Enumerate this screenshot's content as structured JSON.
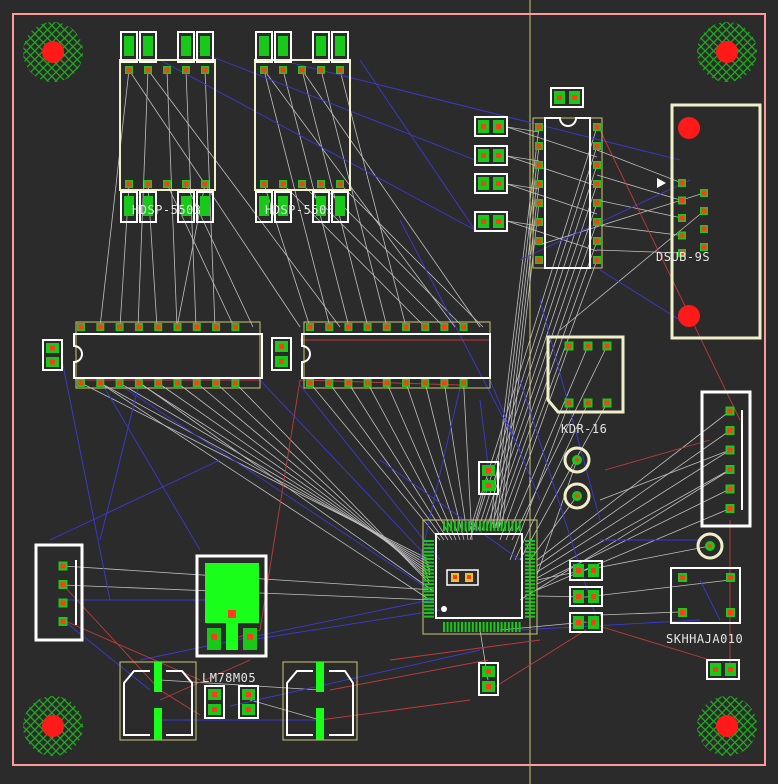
{
  "colors": {
    "background": "#2b2b2b",
    "outline": "#ff9a9a",
    "silkscreen": "#ffffff",
    "pad": "#19c919",
    "pad_hole": "#ff3b1f",
    "ratsnest_white": "#d9d9d9",
    "ratsnest_blue": "#3a3ad6",
    "ratsnest_red": "#c23a3a",
    "keepout": "#e8e4a0",
    "guide": "#c8c870",
    "mount_hole": "#ff1a1a",
    "hatch": "#1db11d"
  },
  "labels": {
    "hdsp_left": "HDSP-5503",
    "hdsp_right": "HDSP-5503",
    "dsub": "DSUB-9S",
    "kdr": "KDR-16",
    "regulator": "LM78M05",
    "switch": "SKHHAJA010"
  },
  "icons": {
    "dsub_pin1": "triangle-marker-icon",
    "mount_hole": "mounting-hole-icon",
    "via": "via-icon"
  }
}
